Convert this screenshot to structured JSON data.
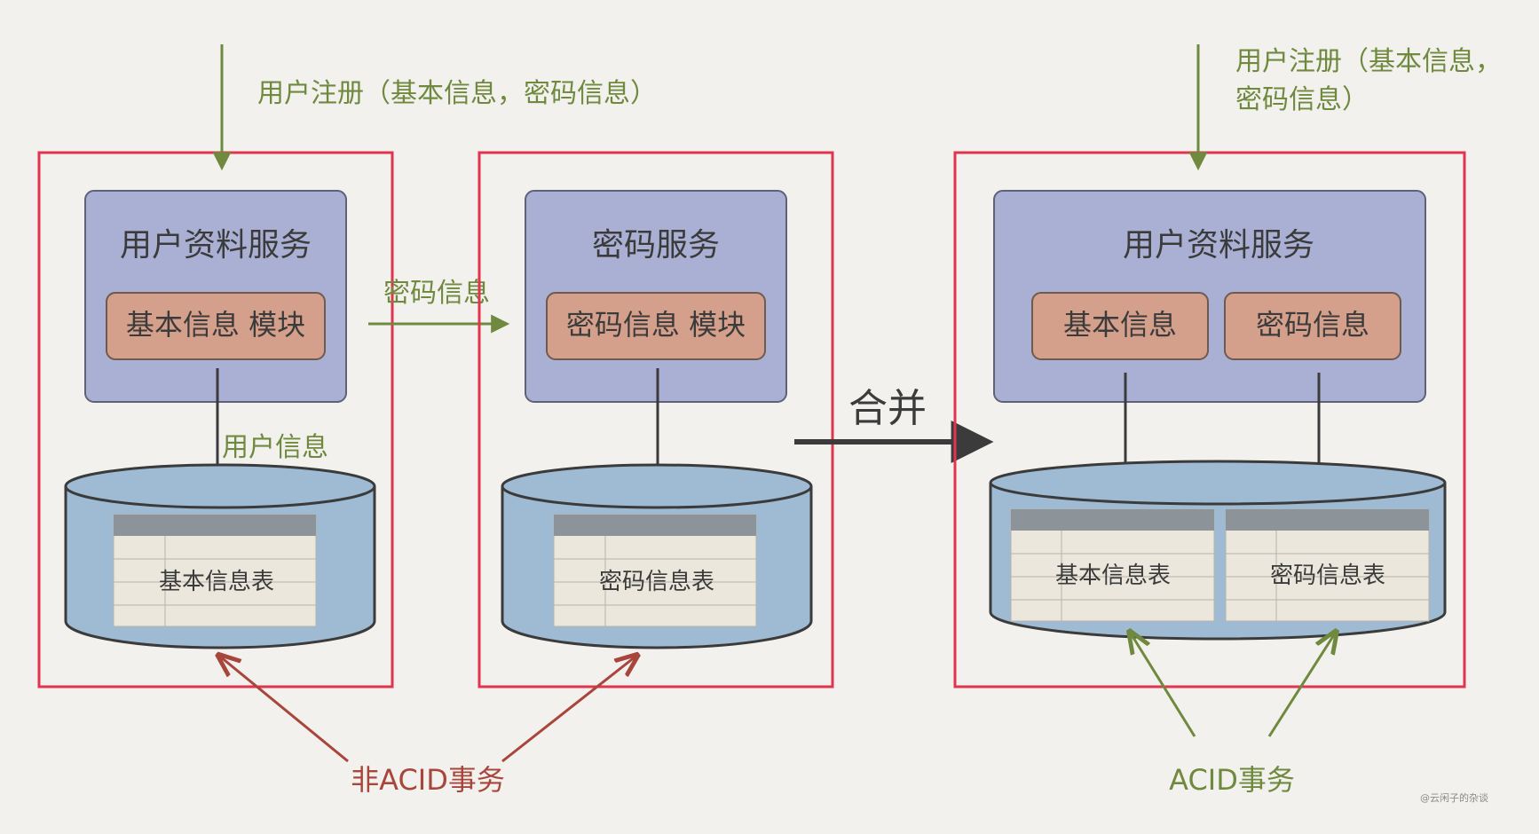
{
  "left_system": {
    "input_label": "用户注册（基本信息，密码信息）",
    "user_service": {
      "title": "用户资料服务",
      "module": "基本信息 模块",
      "flow_label": "用户信息",
      "table": "基本信息表"
    },
    "password_flow_label": "密码信息",
    "password_service": {
      "title": "密码服务",
      "module": "密码信息 模块",
      "table": "密码信息表"
    },
    "note": "非ACID事务"
  },
  "merge_label": "合并",
  "right_system": {
    "input_label_line1": "用户注册（基本信息，",
    "input_label_line2": "密码信息）",
    "service": {
      "title": "用户资料服务",
      "module_basic": "基本信息",
      "module_password": "密码信息",
      "table_basic": "基本信息表",
      "table_password": "密码信息表"
    },
    "note": "ACID事务"
  },
  "watermark": "@云闲子的杂谈",
  "colors": {
    "boundary": "#e0344f",
    "service_fill": "#a9b0d3",
    "module_fill": "#d4a08b",
    "db_fill": "#9fbbd3",
    "table_header": "#8c9499",
    "table_body": "#ebe7dc",
    "green_arrow": "#6f8a3e",
    "red_arrow": "#a8463c",
    "text_green": "#6f8a3e",
    "text_dark": "#3b3b3b"
  }
}
